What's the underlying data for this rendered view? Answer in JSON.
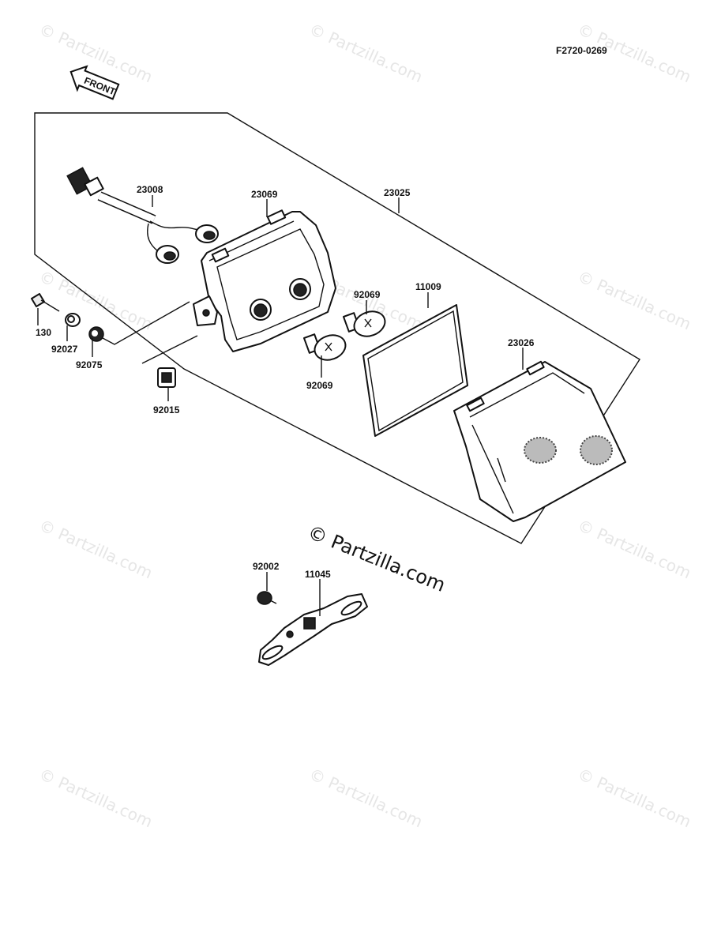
{
  "diagram": {
    "figure_code": "F2720-0269",
    "front_arrow": "FRONT",
    "watermark_text": "© Partzilla.com",
    "center_watermark": "© Partzilla.com",
    "parts": [
      {
        "id": "p-23008",
        "number": "23008"
      },
      {
        "id": "p-23069",
        "number": "23069"
      },
      {
        "id": "p-23025",
        "number": "23025"
      },
      {
        "id": "p-11009",
        "number": "11009"
      },
      {
        "id": "p-92069a",
        "number": "92069"
      },
      {
        "id": "p-92069b",
        "number": "92069"
      },
      {
        "id": "p-23026",
        "number": "23026"
      },
      {
        "id": "p-130",
        "number": "130"
      },
      {
        "id": "p-92027",
        "number": "92027"
      },
      {
        "id": "p-92075",
        "number": "92075"
      },
      {
        "id": "p-92015",
        "number": "92015"
      },
      {
        "id": "p-92002",
        "number": "92002"
      },
      {
        "id": "p-11045",
        "number": "11045"
      }
    ]
  }
}
